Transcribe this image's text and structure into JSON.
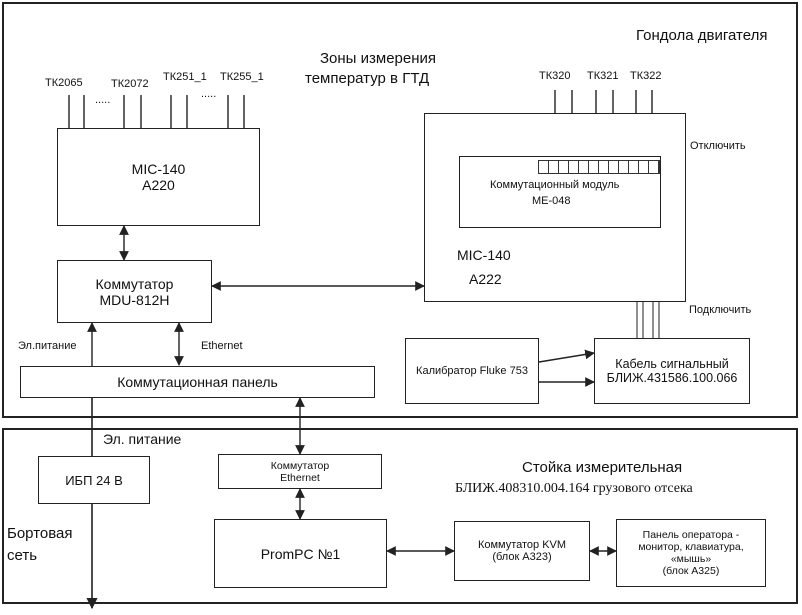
{
  "top_frame": {
    "title": "Гондола двигателя",
    "zones_line1": "Зоны измерения",
    "zones_line2": "температур в ГТД"
  },
  "sensors": {
    "tk2065": "ТК2065",
    "tk2072": "ТК2072",
    "tk251": "ТК251_1",
    "tk255": "ТК255_1",
    "dots1": ".....",
    "dots2": ".....",
    "tk320": "ТК320",
    "tk321": "ТК321",
    "tk322": "ТК322"
  },
  "mic140_a220": {
    "line1": "MIC-140",
    "line2": "A220"
  },
  "mic140_a222": {
    "line1": "MIC-140",
    "line2": "A222"
  },
  "module": {
    "line1": "Коммутационный модуль",
    "line2": "МЕ-048"
  },
  "switch_mdu": {
    "line1": "Коммутатор",
    "line2": "MDU-812H"
  },
  "labels": {
    "disconnect": "Отключить",
    "connect": "Подключить",
    "power_top": "Эл.питание",
    "ethernet": "Ethernet",
    "power_bottom": "Эл. питание",
    "onboard_line1": "Бортовая",
    "onboard_line2": "сеть"
  },
  "switch_panel": "Коммутационная панель",
  "calibrator": "Калибратор Fluke 753",
  "cable": {
    "line1": "Кабель сигнальный",
    "line2": "БЛИЖ.431586.100.066"
  },
  "rack": {
    "line1": "Стойка измерительная",
    "line2": "БЛИЖ.408310.004.164 грузового отсека"
  },
  "ups": "ИБП 24 В",
  "eth_switch": {
    "line1": "Коммутатор",
    "line2": "Ethernet"
  },
  "prompc": "PromPC №1",
  "kvm": {
    "line1": "Коммутатор KVM",
    "line2": "(блок А323)"
  },
  "operator_panel": {
    "line1": "Панель оператора -",
    "line2": "монитор, клавиатура,",
    "line3": "«мышь»",
    "line4": "(блок А325)"
  }
}
